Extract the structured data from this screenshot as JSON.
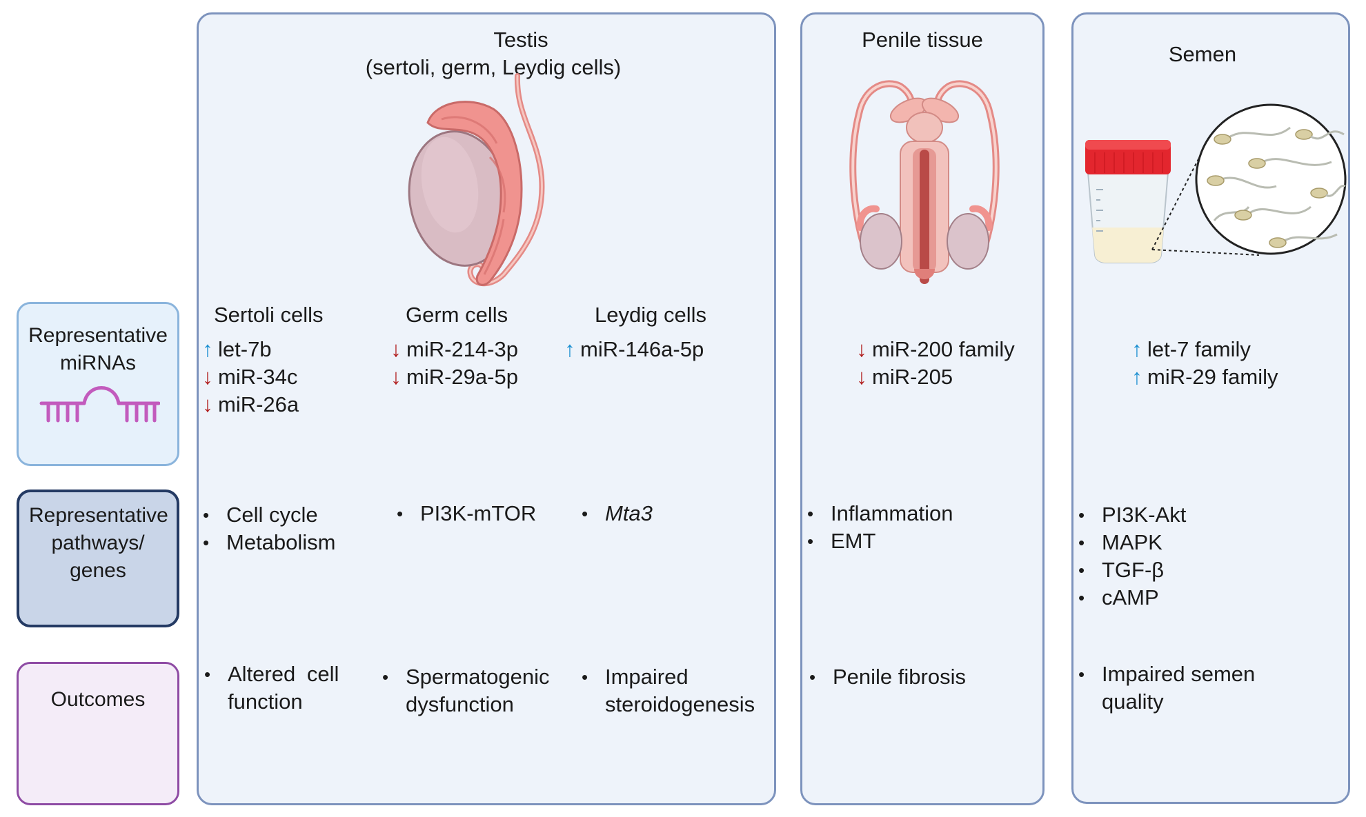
{
  "row_labels": {
    "mirnas": "Representative miRNAs",
    "pathways": "Representative pathways/ genes",
    "outcomes": "Outcomes"
  },
  "panels": {
    "testis": {
      "title_line1": "Testis",
      "title_line2": "(sertoli, germ, Leydig cells)",
      "columns": [
        {
          "header": "Sertoli cells",
          "mirnas": [
            {
              "dir": "up",
              "name": "let-7b"
            },
            {
              "dir": "down",
              "name": "miR-34c"
            },
            {
              "dir": "down",
              "name": "miR-26a"
            }
          ],
          "pathways": [
            "Cell cycle",
            "Metabolism"
          ],
          "outcome_line1": "Altered cell",
          "outcome_line2": "function"
        },
        {
          "header": "Germ cells",
          "mirnas": [
            {
              "dir": "down",
              "name": "miR-214-3p"
            },
            {
              "dir": "down",
              "name": "miR-29a-5p"
            }
          ],
          "pathways": [
            "PI3K-mTOR"
          ],
          "outcome_line1": "Spermatogenic",
          "outcome_line2": "dysfunction"
        },
        {
          "header": "Leydig cells",
          "mirnas": [
            {
              "dir": "up",
              "name": "miR-146a-5p"
            }
          ],
          "pathways": [
            "Mta3"
          ],
          "outcome_line1": "Impaired",
          "outcome_line2": "steroidogenesis"
        }
      ]
    },
    "penile": {
      "title": "Penile tissue",
      "mirnas": [
        {
          "dir": "down",
          "name": "miR-200 family"
        },
        {
          "dir": "down",
          "name": "miR-205"
        }
      ],
      "pathways": [
        "Inflammation",
        "EMT"
      ],
      "outcome": "Penile fibrosis"
    },
    "semen": {
      "title": "Semen",
      "mirnas": [
        {
          "dir": "up",
          "name": "let-7 family"
        },
        {
          "dir": "up",
          "name": "miR-29 family"
        }
      ],
      "pathways": [
        "PI3K-Akt",
        "MAPK",
        "TGF-β",
        "cAMP"
      ],
      "outcome_line1": "Impaired semen",
      "outcome_line2": "quality"
    }
  },
  "arrows": {
    "up": "↑",
    "down": "↓"
  },
  "bullet": "•",
  "icons": [
    "mirna-hairpin-icon",
    "testis-illustration",
    "male-reproductive-illustration",
    "semen-cup-illustration",
    "sperm-magnified-illustration"
  ],
  "colors": {
    "panel_fill": "#eef3fa",
    "panel_border": "#7d93bd",
    "up_arrow": "#1b8fd1",
    "down_arrow": "#b01c1c",
    "mirna_box_fill": "#e6f1fb",
    "mirna_box_border": "#8ab4dc",
    "pathway_box_fill": "#c9d5e8",
    "pathway_box_border": "#243a63",
    "outcome_box_fill": "#f4ecf8",
    "outcome_box_border": "#8e4ba4",
    "mirna_icon": "#c25bbd",
    "cap_red": "#e3262e"
  }
}
